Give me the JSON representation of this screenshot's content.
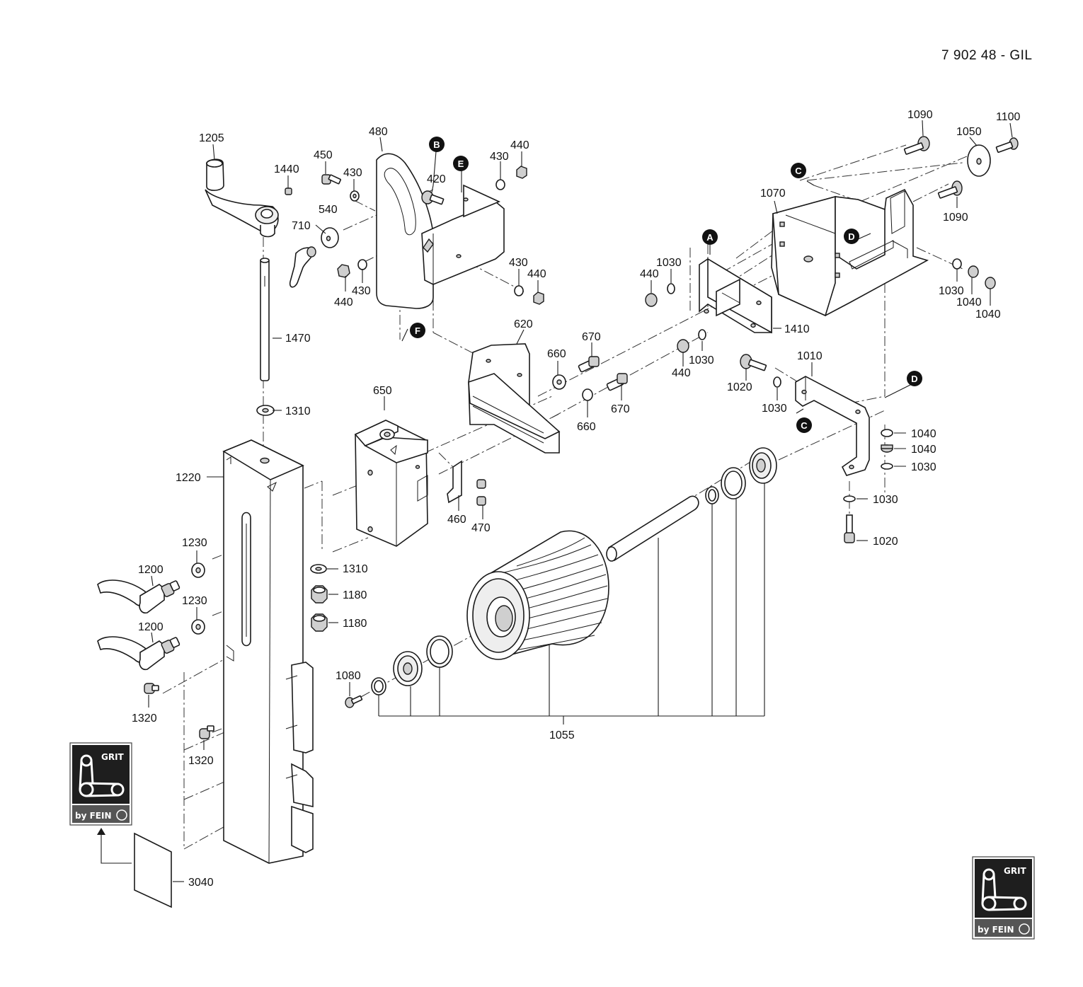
{
  "document_id": "7 902 48 - GIL",
  "labels": {
    "l1205": "1205",
    "l1440": "1440",
    "l710": "710",
    "l1470": "1470",
    "l1310a": "1310",
    "l1310b": "1310",
    "l1220": "1220",
    "l1230a": "1230",
    "l1230b": "1230",
    "l1200a": "1200",
    "l1200b": "1200",
    "l1180a": "1180",
    "l1180b": "1180",
    "l1320a": "1320",
    "l1320b": "1320",
    "l3040": "3040",
    "l480": "480",
    "l450": "450",
    "l430a": "430",
    "l540": "540",
    "l420": "420",
    "l430b": "430",
    "l440a": "440",
    "l440b": "440",
    "l430c": "430",
    "l430d": "430",
    "l440c": "440",
    "l620": "620",
    "l660a": "660",
    "l670a": "670",
    "l660b": "660",
    "l670b": "670",
    "l650": "650",
    "l460": "460",
    "l470": "470",
    "l1090a": "1090",
    "l1100": "1100",
    "l1050": "1050",
    "l1090b": "1090",
    "l1070": "1070",
    "l440d": "440",
    "l1030a": "1030",
    "l1410": "1410",
    "l440e": "440",
    "l1030b": "1030",
    "l1030c": "1030",
    "l1040a": "1040",
    "l1040b": "1040",
    "l1010": "1010",
    "l1020a": "1020",
    "l1030d": "1030",
    "l1040c": "1040",
    "l1040d": "1040",
    "l1030e": "1030",
    "l1030f": "1030",
    "l1020b": "1020",
    "l1080": "1080",
    "l1055": "1055"
  },
  "references": {
    "A": "A",
    "B": "B",
    "C1": "C",
    "C2": "C",
    "D1": "D",
    "D2": "D",
    "E": "E",
    "F": "F"
  },
  "logo": {
    "word": "GRIT",
    "byline": "by FEIN"
  },
  "icons": {
    "logo": "grit-by-fein-logo",
    "arrow": "arrow-up-icon"
  }
}
